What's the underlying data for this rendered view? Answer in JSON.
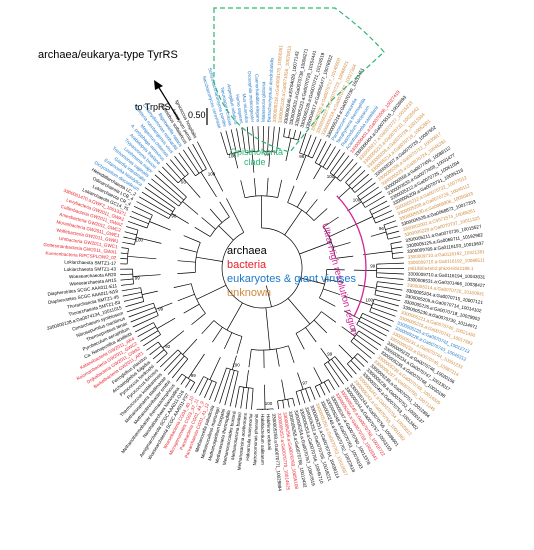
{
  "figure": {
    "title": "archaea/eukarya-type TyrRS",
    "root_label": "to TrpRS",
    "scale_value": "0.50",
    "opisthokonta_label_line1": "Opisthokonta",
    "opisthokonta_label_line2": "clade",
    "uhr_label": "Ultra-High resolution region"
  },
  "legend": [
    {
      "label": "archaea",
      "color": "#000000"
    },
    {
      "label": "bacteria",
      "color": "#e8202a"
    },
    {
      "label": "eukaryotes & giant viruses",
      "color": "#1f78c8"
    },
    {
      "label": "unknown",
      "color": "#d08a3c"
    }
  ],
  "colors": {
    "archaea": "#000000",
    "bacteria": "#e8202a",
    "eukaryote": "#1f78c8",
    "unknown": "#d08a3c",
    "opisthokonta_box": "#2bb673",
    "uhr_arc": "#d6239a",
    "branch": "#000000"
  },
  "leaves": [
    {
      "text": "Saccharomyces cerevisiae",
      "cat": "eukaryote"
    },
    {
      "text": "Schizosaccharomyces pombe",
      "cat": "eukaryote"
    },
    {
      "text": "Neurospora crassa",
      "cat": "eukaryote"
    },
    {
      "text": "Aspergillus nidulans",
      "cat": "eukaryote"
    },
    {
      "text": "Homo sapiens",
      "cat": "eukaryote"
    },
    {
      "text": "Mus musculus",
      "cat": "eukaryote"
    },
    {
      "text": "Drosophila melanogaster",
      "cat": "eukaryote"
    },
    {
      "text": "Caenorhabditis elegans",
      "cat": "eukaryote"
    },
    {
      "text": "Malassezia globosa",
      "cat": "eukaryote"
    },
    {
      "text": "Batrachochytrium dendrobatidis",
      "cat": "eukaryote"
    },
    {
      "text": "3300005218.a:Ga0068178_10060261",
      "cat": "unknown"
    },
    {
      "text": "3300005130.a:Ga0071056_10020813",
      "cat": "unknown"
    },
    {
      "text": "3300000240.a:ERS4029_10077143",
      "cat": "archaea"
    },
    {
      "text": "3300005531.a:Ga0070738_10006271",
      "cat": "archaea"
    },
    {
      "text": "3300005223.a:Ga0070729_10154441",
      "cat": "archaea"
    },
    {
      "text": "3300005226.a:Ga0070721_10124519",
      "cat": "archaea"
    },
    {
      "text": "3300004017.a:Ga0055477_10078922",
      "cat": "archaea"
    },
    {
      "text": "3300005205.a:Ga0070717_10146003",
      "cat": "unknown"
    },
    {
      "text": "3300005227.a:Ga0070723_10068421",
      "cat": "unknown"
    },
    {
      "text": "3300005219.a:Ga0070722_10027304",
      "cat": "unknown"
    },
    {
      "text": "3300005216.a:Ga0070730_10013451",
      "cat": "archaea"
    },
    {
      "text": "Paramecium tetraurelia",
      "cat": "eukaryote"
    },
    {
      "text": "Tetrahymena thermophila",
      "cat": "eukaryote"
    },
    {
      "text": "Plasmodium falciparum",
      "cat": "eukaryote"
    },
    {
      "text": "Acanthamoeba castellanii",
      "cat": "eukaryote"
    },
    {
      "text": "3300006401.a:Ga0075506_10027419",
      "cat": "bacteria"
    },
    {
      "text": "3300006404.a:Ga0075515_10026893",
      "cat": "archaea"
    },
    {
      "text": "3300005217.a:Ga0070727_10015233",
      "cat": "unknown"
    },
    {
      "text": "3300005213.a:Ga0070733_10026542",
      "cat": "unknown"
    },
    {
      "text": "3300005209.a:Ga0070728_10013304",
      "cat": "unknown"
    },
    {
      "text": "3300005214.a:Ga0070719_10052801",
      "cat": "unknown"
    },
    {
      "text": "3300005207.a:Ga0070726_10087652",
      "cat": "archaea"
    },
    {
      "text": "3300005206.a:Ga0070712_10030917",
      "cat": "unknown"
    },
    {
      "text": "3300005225.a:Ga0070724_10045281",
      "cat": "unknown"
    },
    {
      "text": "3300000559.a:Ga0077455_10088112",
      "cat": "archaea"
    },
    {
      "text": "3300003532.a:Ga0077458_10031477",
      "cat": "archaea"
    },
    {
      "text": "3300005212.a:Ga0070725_10061094",
      "cat": "archaea"
    },
    {
      "text": "3300005209.a:Ga0070731_10035216",
      "cat": "archaea"
    },
    {
      "text": "3300005212.a:Ga0070732_10077012",
      "cat": "unknown"
    },
    {
      "text": "3300005208.a:Ga0070729_10040112",
      "cat": "unknown"
    },
    {
      "text": "3300005530.a:Ga0068906_10056823",
      "cat": "unknown"
    },
    {
      "text": "3300005528.a:Ga0068872_10017203",
      "cat": "archaea"
    },
    {
      "text": "3300002002.a:C5571574_10068261",
      "cat": "unknown"
    },
    {
      "text": "3300005229.a:Ga0070737_10011325",
      "cat": "unknown"
    },
    {
      "text": "3300005211.a:Ga0070736_10015527",
      "cat": "archaea"
    },
    {
      "text": "3300005125.a:Ga0068711_10192982",
      "cat": "archaea"
    },
    {
      "text": "3300009789.a:Ga0116193_10019637",
      "cat": "archaea"
    },
    {
      "text": "3300009710.a:Ga0116192_10321381",
      "cat": "unknown"
    },
    {
      "text": "3300009710.a:Ga0116192_10086511",
      "cat": "unknown"
    },
    {
      "text": "pt619b0a4eb2:phkXH5SI2188.1",
      "cat": "unknown"
    },
    {
      "text": "3300009710.a:Ga0116194_10043031",
      "cat": "archaea"
    },
    {
      "text": "3300006531.a:Ga0101466_10038427",
      "cat": "archaea"
    },
    {
      "text": "3300005214.a:Ga0070720_10160931",
      "cat": "unknown"
    },
    {
      "text": "3300005204.a:Ga0070715_10007121",
      "cat": "archaea"
    },
    {
      "text": "3300005205.a:Ga0070714_10014102",
      "cat": "archaea"
    },
    {
      "text": "3300005226.a:Ga0070718_10029903",
      "cat": "archaea"
    },
    {
      "text": "3300005230.a:Ga0070739_10114971",
      "cat": "archaea"
    },
    {
      "text": "3300005221.a:Ga0070740_10021450",
      "cat": "unknown"
    },
    {
      "text": "3300005215.a:Ga0070741_10017593",
      "cat": "unknown"
    },
    {
      "text": "3300005220.a:Ga0070742_10012713",
      "cat": "eukaryote"
    },
    {
      "text": "3300005228.a:Ga0070743_10046312",
      "cat": "eukaryote"
    },
    {
      "text": "3300005231.a:Ga0070744_10051233",
      "cat": "unknown"
    },
    {
      "text": "3300005232.a:Ga0070745_10087214",
      "cat": "unknown"
    },
    {
      "text": "3300005233.a:Ga0070746_10020156",
      "cat": "archaea"
    },
    {
      "text": "3300005234.a:Ga0070747_10013017",
      "cat": "archaea"
    },
    {
      "text": "3300005235.a:Ga0070748_10030198",
      "cat": "archaea"
    },
    {
      "text": "3300005236.a:Ga0070749_10014329",
      "cat": "unknown"
    },
    {
      "text": "3300005237.a:Ga0070750_10071245",
      "cat": "unknown"
    },
    {
      "text": "3300005238.a:Ga0070751_10012884",
      "cat": "archaea"
    },
    {
      "text": "3300005239.a:Ga0070752_10050137",
      "cat": "archaea"
    },
    {
      "text": "3300005240.a:Ga0070753_10013402",
      "cat": "archaea"
    },
    {
      "text": "3300005241.a:Ga0070754_10025612",
      "cat": "unknown"
    },
    {
      "text": "3300005242.a:Ga0070755_10011982",
      "cat": "unknown"
    },
    {
      "text": "3300005243.a:Ga0070756_10086601",
      "cat": "archaea"
    },
    {
      "text": "3300005244.a:Ga0070757_10043155",
      "cat": "archaea"
    },
    {
      "text": "3300005245.a:Ga0070758_10016722",
      "cat": "bacteria"
    },
    {
      "text": "3300005246.a:Ga0070759_10029341",
      "cat": "bacteria"
    },
    {
      "text": "3300005247.a:Ga0070760_10013378",
      "cat": "archaea"
    },
    {
      "text": "3300005248.a:Ga0070761_10074193",
      "cat": "archaea"
    },
    {
      "text": "3300005249.a:Ga0070762_10022618",
      "cat": "archaea"
    },
    {
      "text": "3300005250.a:Ga0070763_10010557",
      "cat": "unknown"
    },
    {
      "text": "3300005251.a:Ga0070764_10036114",
      "cat": "archaea"
    },
    {
      "text": "3300005252.a:Ga0070765_10018221",
      "cat": "archaea"
    },
    {
      "text": "3300005253.a:Ga0070766_10045710",
      "cat": "archaea"
    },
    {
      "text": "3300005254.a:Ga0070767_10067819",
      "cat": "archaea"
    },
    {
      "text": "3300005255.a:Ga0070768_10012432",
      "cat": "archaea"
    },
    {
      "text": "3300005256.a:Ga0070769_10055108",
      "cat": "bacteria"
    },
    {
      "text": "3300005257.a:Ga0070770_10014625",
      "cat": "bacteria"
    },
    {
      "text": "3300005258.a:Ga0070771_10029884",
      "cat": "archaea"
    },
    {
      "text": "Haloferax volcanii",
      "cat": "archaea"
    },
    {
      "text": "Halobacterium salinarum",
      "cat": "archaea"
    },
    {
      "text": "Natronomonas pharaonis",
      "cat": "archaea"
    },
    {
      "text": "Haloarcula marismortui",
      "cat": "archaea"
    },
    {
      "text": "Methanosarcina acetivorans",
      "cat": "archaea"
    },
    {
      "text": "Methanosarcina barkeri",
      "cat": "archaea"
    },
    {
      "text": "Methanococcoides burtonii",
      "cat": "archaea"
    },
    {
      "text": "Methanosaeta thermophila",
      "cat": "archaea"
    },
    {
      "text": "Methanospirillum hungatei",
      "cat": "archaea"
    },
    {
      "text": "Methanoculleus marisnigri",
      "cat": "archaea"
    },
    {
      "text": "Methanocella paludicola",
      "cat": "archaea"
    },
    {
      "text": "Parvarchaeota CG01_41_12",
      "cat": "bacteria"
    },
    {
      "text": "Pacebacteria CG02_44_9",
      "cat": "bacteria"
    },
    {
      "text": "Microgenomates CG03_37_11",
      "cat": "bacteria"
    },
    {
      "text": "Woesebacteria CG04_40_10",
      "cat": "bacteria"
    },
    {
      "text": "Woesearchaeota SCGC AAA011-F07",
      "cat": "archaea"
    },
    {
      "text": "Aenigmarchaeota SCGC AAA011-O16",
      "cat": "archaea"
    },
    {
      "text": "Nanohaloarchaea Nanosalina",
      "cat": "archaea"
    },
    {
      "text": "Methanothermobacter thermautotrophicus",
      "cat": "archaea"
    },
    {
      "text": "Methanobrevibacter smithii",
      "cat": "archaea"
    },
    {
      "text": "Methanosphaera stadtmanae",
      "cat": "archaea"
    },
    {
      "text": "Thermococcus kodakarensis",
      "cat": "archaea"
    },
    {
      "text": "Pyrococcus furiosus",
      "cat": "archaea"
    },
    {
      "text": "Pyrococcus horikoshii",
      "cat": "archaea"
    },
    {
      "text": "Archaeoglobus fulgidus",
      "cat": "archaea"
    },
    {
      "text": "Ferroglobus placidus",
      "cat": "archaea"
    },
    {
      "text": "Berkelbacteria GW2011_AR1",
      "cat": "bacteria"
    },
    {
      "text": "Dojkabacteria GW2011_GWA2",
      "cat": "bacteria"
    },
    {
      "text": "Roizmanbacteria GW2011_GWC2",
      "cat": "bacteria"
    },
    {
      "text": "Katanobacteria GW2011_AR4",
      "cat": "bacteria"
    },
    {
      "text": "Ca. Nanopusillus acidilobi",
      "cat": "archaea"
    },
    {
      "text": "Pyrobaculum aerophilum",
      "cat": "archaea"
    },
    {
      "text": "Thermoproteus tenax",
      "cat": "archaea"
    },
    {
      "text": "Nitrosopumilus maritimus",
      "cat": "archaea"
    },
    {
      "text": "Cenarchaeum symbiosum",
      "cat": "archaea"
    },
    {
      "text": "3300000128.a:Ga0074134_10011015",
      "cat": "archaea"
    },
    {
      "text": "Thorarchaeota SMTZ1-83",
      "cat": "archaea"
    },
    {
      "text": "Thorarchaeota SMTZ1-45",
      "cat": "archaea"
    },
    {
      "text": "Diapherotrites SCGC AAA011-N19",
      "cat": "archaea"
    },
    {
      "text": "Diapherotrites SCGC AAA011-E11",
      "cat": "archaea"
    },
    {
      "text": "Woesearchaeota AR15",
      "cat": "archaea"
    },
    {
      "text": "Woesearchaeota AR20",
      "cat": "archaea"
    },
    {
      "text": "Lokiarchaeota SMTZ1-43",
      "cat": "archaea"
    },
    {
      "text": "Lokiarchaeota SMTZ1-17",
      "cat": "archaea"
    },
    {
      "text": "Kuenenbacteria RIFCSPLOW2_02",
      "cat": "bacteria"
    },
    {
      "text": "Gottesmanbacteria GW2011_GWA1",
      "cat": "bacteria"
    },
    {
      "text": "Uhrbacteria GW2011_GWC1",
      "cat": "bacteria"
    },
    {
      "text": "Wolfebacteria GW2011_GWB1",
      "cat": "bacteria"
    },
    {
      "text": "Moranbacteria GW2011_GWE1",
      "cat": "bacteria"
    },
    {
      "text": "Amesbacteria GW2011_GWC2",
      "cat": "bacteria"
    },
    {
      "text": "Collierbacteria GW2011_GWA2",
      "cat": "bacteria"
    },
    {
      "text": "Levybacteria GW2011_GWA1",
      "cat": "bacteria"
    },
    {
      "text": "3300001470.a:GWF2_10013371",
      "cat": "bacteria"
    },
    {
      "text": "Lokiarchaeota GC14_75",
      "cat": "archaea"
    },
    {
      "text": "Lokiarchaeota CR_4",
      "cat": "archaea"
    },
    {
      "text": "Odinarchaeota LCB_4",
      "cat": "archaea"
    },
    {
      "text": "Heimdallarchaeota LC_2",
      "cat": "archaea"
    },
    {
      "text": "Dictyostelium discoideum",
      "cat": "eukaryote"
    },
    {
      "text": "Entamoeba histolytica",
      "cat": "eukaryote"
    },
    {
      "text": "Giardia intestinalis",
      "cat": "eukaryote"
    },
    {
      "text": "Trichomonas vaginalis",
      "cat": "eukaryote"
    },
    {
      "text": "Leishmania major",
      "cat": "eukaryote"
    },
    {
      "text": "Trypanosoma brucei",
      "cat": "eukaryote"
    },
    {
      "text": "Arabidopsis thaliana",
      "cat": "eukaryote"
    },
    {
      "text": "A. polyphaga mimivirus",
      "cat": "eukaryote"
    },
    {
      "text": "Megavirus chiliensis",
      "cat": "eukaryote"
    },
    {
      "text": "Cafeteria roenbergensis virus",
      "cat": "eukaryote"
    },
    {
      "text": "Chlamydomonas reinhardtii",
      "cat": "eukaryote"
    },
    {
      "text": "Bigelowiella natans",
      "cat": "eukaryote"
    },
    {
      "text": "Sulfolobus solfataricus",
      "cat": "archaea"
    },
    {
      "text": "Aeropyrum pernix",
      "cat": "archaea"
    },
    {
      "text": "Ignicoccus hospitalis",
      "cat": "archaea"
    }
  ],
  "bootstrap": [
    "100",
    "99",
    "98",
    "100",
    "100",
    "96",
    "99",
    "100",
    "98",
    "99",
    "97",
    "100",
    "100",
    "99",
    "92",
    "99",
    "99",
    "100",
    "96",
    "93",
    "100",
    "98",
    "98",
    "91",
    "98",
    "99",
    "100",
    "96",
    "99",
    "100",
    "100",
    "97",
    "99",
    "98",
    "92",
    "99",
    "66",
    "78",
    "89",
    "79",
    "92",
    "90",
    "96"
  ]
}
